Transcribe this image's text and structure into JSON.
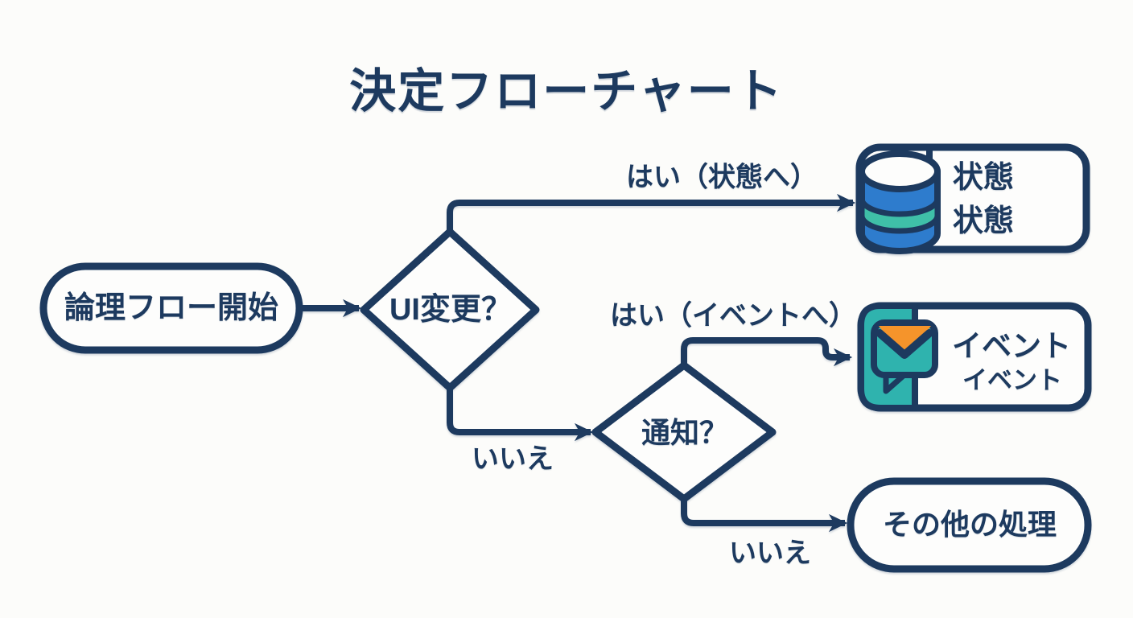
{
  "title": "決定フローチャート",
  "nodes": {
    "start": {
      "label": "論理フロー開始"
    },
    "decision_ui": {
      "label": "UI変更？"
    },
    "decision_notify": {
      "label": "通知？"
    },
    "state": {
      "line1": "状態",
      "line2": "状態",
      "icon": "database-icon"
    },
    "event": {
      "line1": "イベント",
      "line2": "イベント",
      "icon": "message-bubble-icon"
    },
    "other": {
      "label": "その他の処理"
    }
  },
  "edge_labels": {
    "ui_yes": "はい（状態へ）",
    "ui_no": "いいえ",
    "notify_yes": "はい（イベントへ）",
    "notify_no": "いいえ"
  },
  "colors": {
    "ink_navy": "#1d3a5f",
    "db_blue": "#2e7ccd",
    "db_teal": "#3fc0a8",
    "event_teal": "#2fb3ae",
    "envelope_orange": "#f5942b",
    "background": "#fcfcfa",
    "node_fill": "#fdfdfc"
  }
}
